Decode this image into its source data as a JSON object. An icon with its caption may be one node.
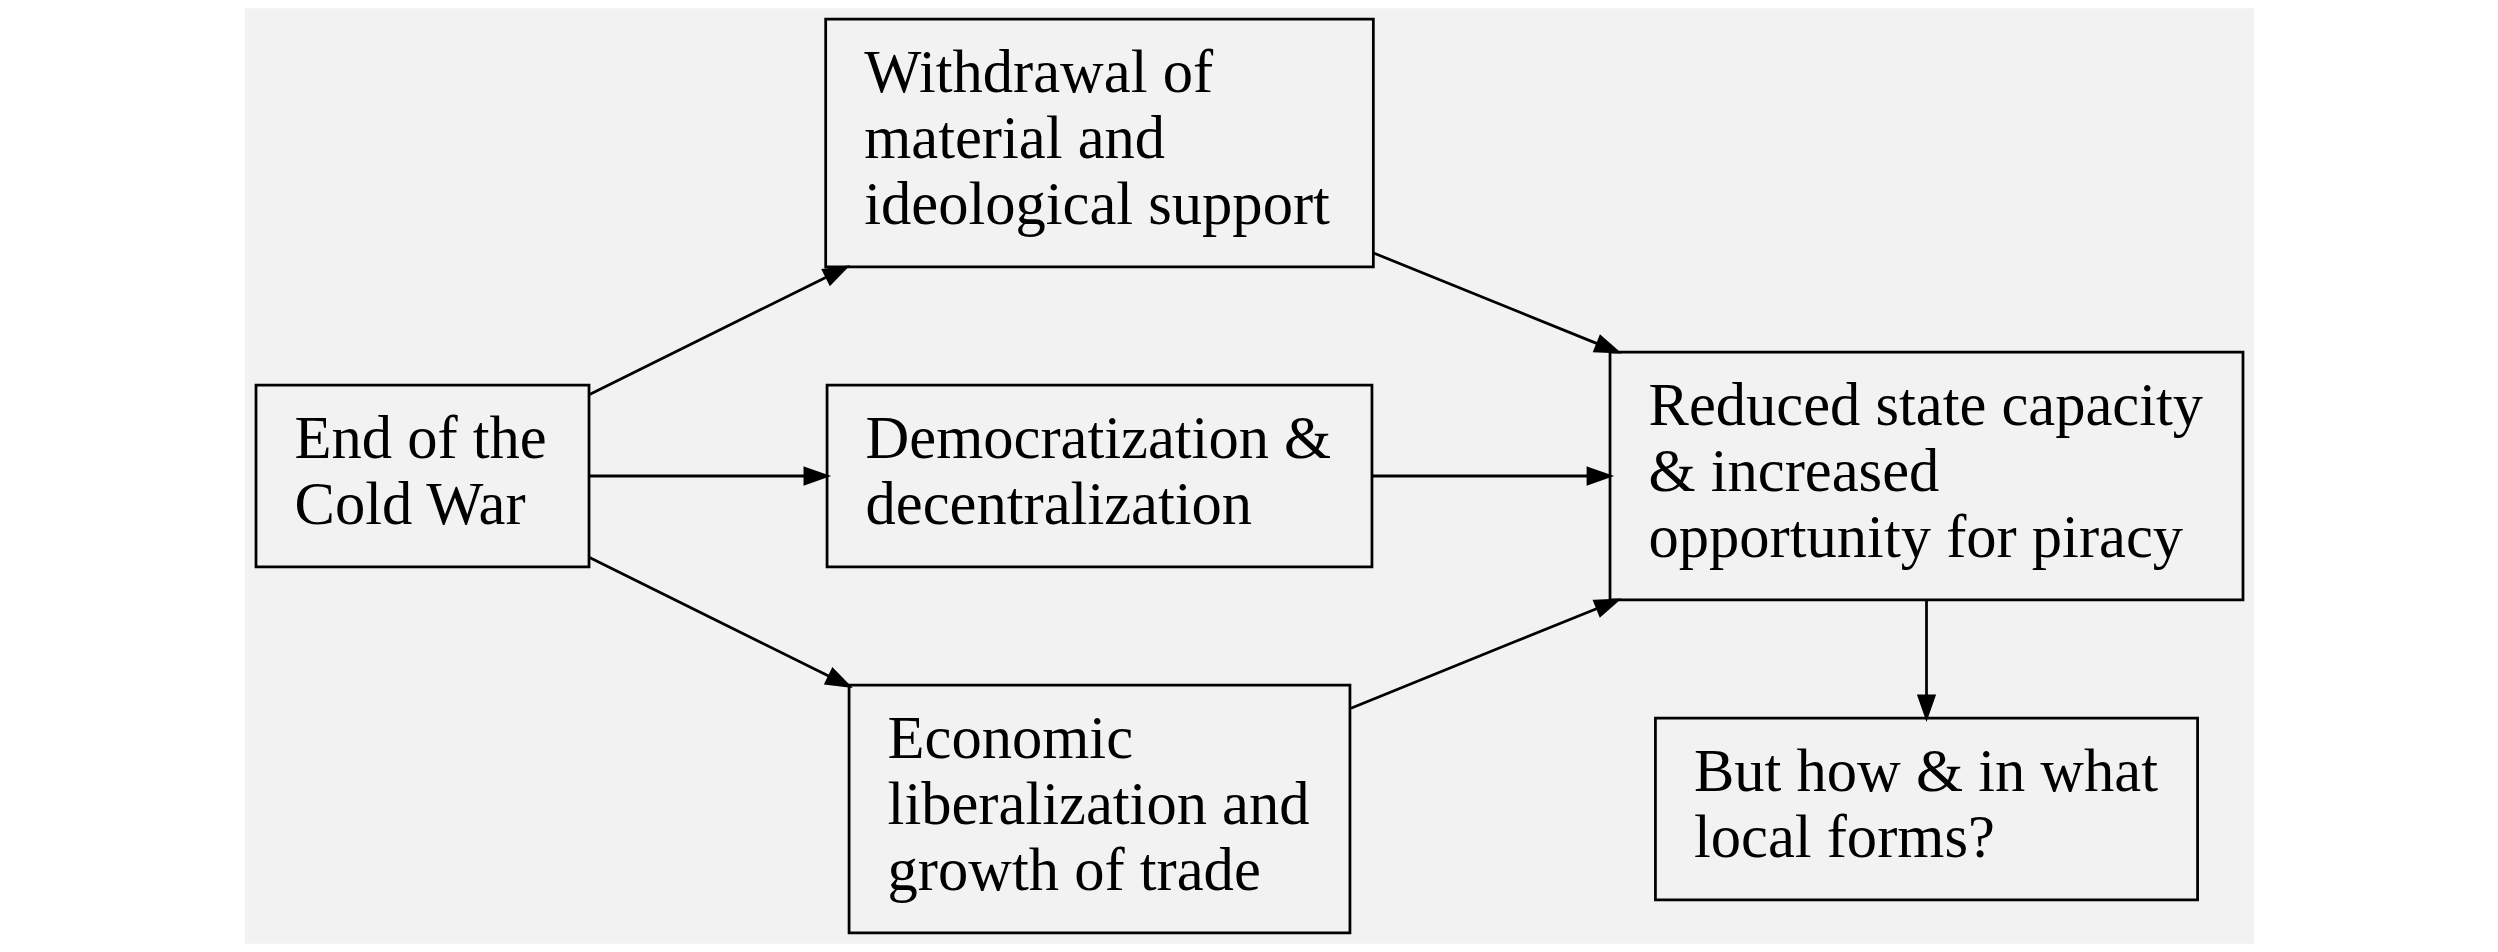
{
  "diagram": {
    "nodes": [
      {
        "text": [
          "End of the Cold War"
        ]
      },
      {
        "text": [
          "Withdrawal of material and ideological support"
        ]
      },
      {
        "text": [
          "Democratization & decentralization"
        ]
      },
      {
        "text": [
          "Economic liberalization and growth of trade"
        ]
      },
      {
        "text": [
          "Reduced state capacity & increased opportunity for piracy"
        ]
      },
      {
        "text": [
          "But how & in what local forms?"
        ]
      }
    ],
    "edges": [
      {
        "from": 0,
        "to": 1,
        "arrow": "to"
      },
      {
        "from": 0,
        "to": 2,
        "arrow": "to"
      },
      {
        "from": 0,
        "to": 3,
        "arrow": "to"
      },
      {
        "from": 1,
        "to": 4,
        "arrow": "to"
      },
      {
        "from": 2,
        "to": 4,
        "arrow": "to"
      },
      {
        "from": 3,
        "to": 4,
        "arrow": "to"
      },
      {
        "from": 4,
        "to": 5,
        "arrow": "to"
      }
    ]
  }
}
